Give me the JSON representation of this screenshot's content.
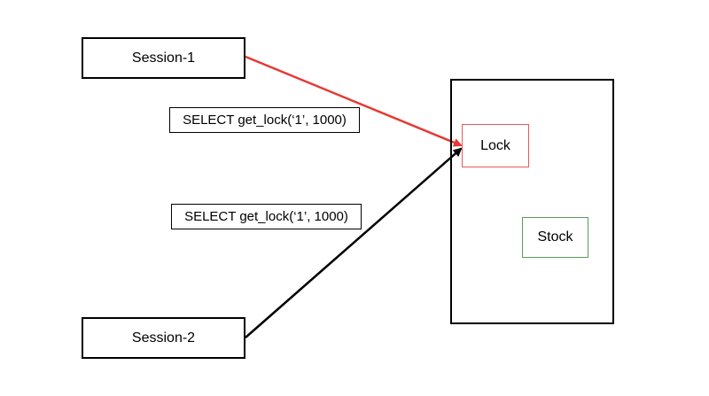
{
  "sessions": {
    "session_1": "Session-1",
    "session_2": "Session-2"
  },
  "queries": {
    "query_1": "SELECT get_lock(‘1’, 1000)",
    "query_2": "SELECT get_lock(‘1’, 1000)"
  },
  "database": {
    "lock_label": "Lock",
    "stock_label": "Stock"
  },
  "colors": {
    "session_1_arrow": "#e53935",
    "session_2_arrow": "#000000",
    "lock_border": "#e8595b",
    "stock_border": "#5a9b5a"
  }
}
